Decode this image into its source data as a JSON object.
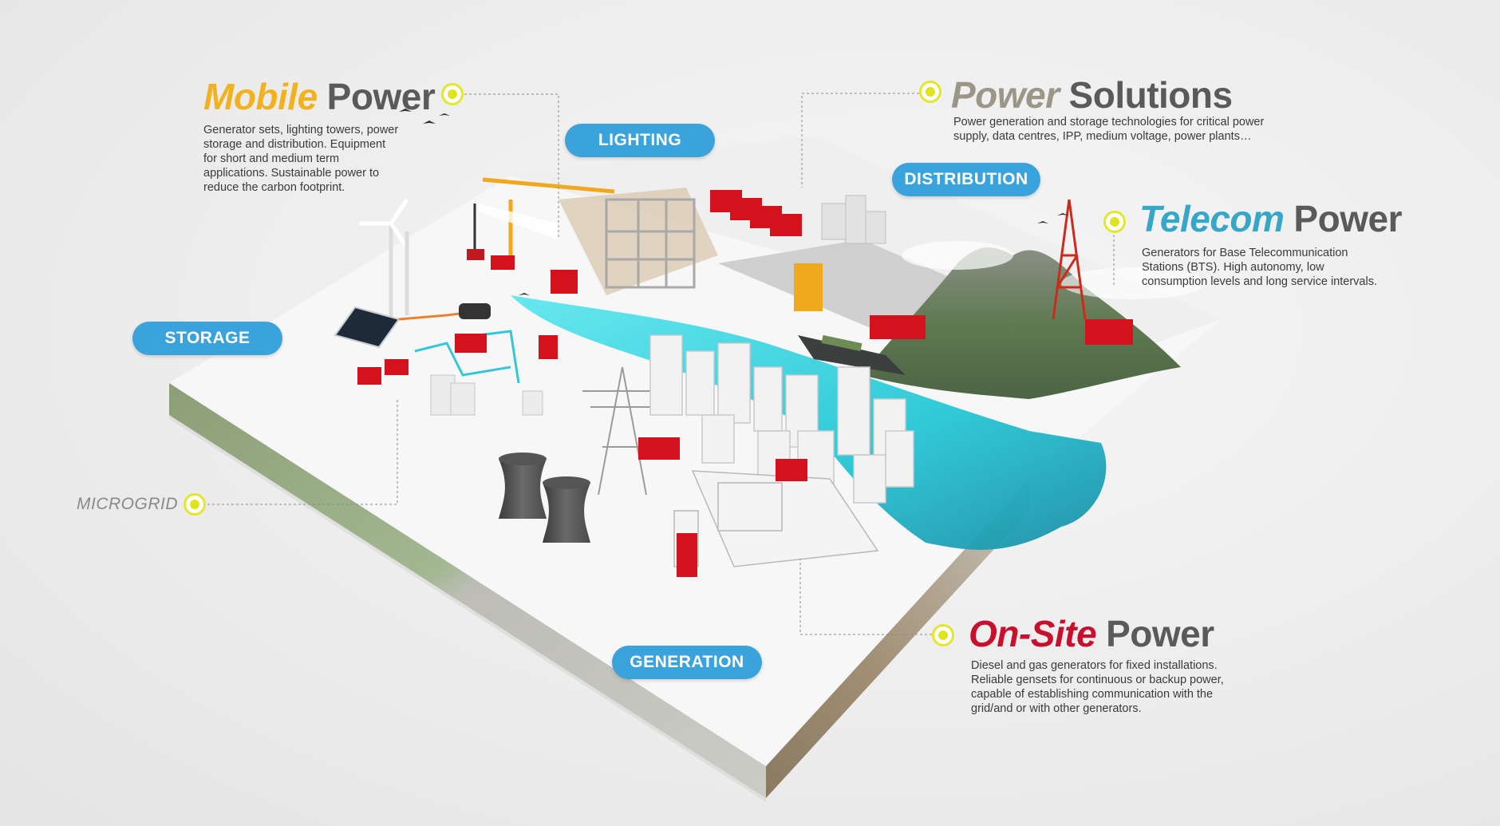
{
  "colors": {
    "mobile": "#f2b11f",
    "power_solutions": "#9b9687",
    "telecom": "#36a6c9",
    "onsite": "#c8102e",
    "pill": "#3aa3dc",
    "marker": "#e0e31f",
    "water": "#3fd8e0",
    "container_red": "#d4121e"
  },
  "sections": {
    "mobile": {
      "highlight": "Mobile",
      "rest": "Power",
      "lines": [
        "Generator sets, lighting towers, power",
        "storage and distribution. Equipment",
        "for short and medium term",
        "applications. Sustainable power to",
        "reduce the carbon footprint."
      ]
    },
    "power_solutions": {
      "highlight": "Power",
      "rest": "Solutions",
      "lines": [
        "Power generation and storage technologies for critical power",
        "supply, data centres, IPP, medium voltage, power plants…"
      ]
    },
    "telecom": {
      "highlight": "Telecom",
      "rest": "Power",
      "lines": [
        "Generators for Base Telecommunication",
        "Stations (BTS). High autonomy, low",
        "consumption levels and long service intervals."
      ]
    },
    "onsite": {
      "highlight": "On-Site",
      "rest": "Power",
      "lines": [
        "Diesel and gas generators for fixed installations.",
        "Reliable gensets for continuous or backup power,",
        "capable of establishing communication with the",
        "grid/and or with other generators."
      ]
    }
  },
  "pills": {
    "lighting": "LIGHTING",
    "distribution": "DISTRIBUTION",
    "storage": "STORAGE",
    "generation": "GENERATION"
  },
  "microgrid_label": "MICROGRID"
}
